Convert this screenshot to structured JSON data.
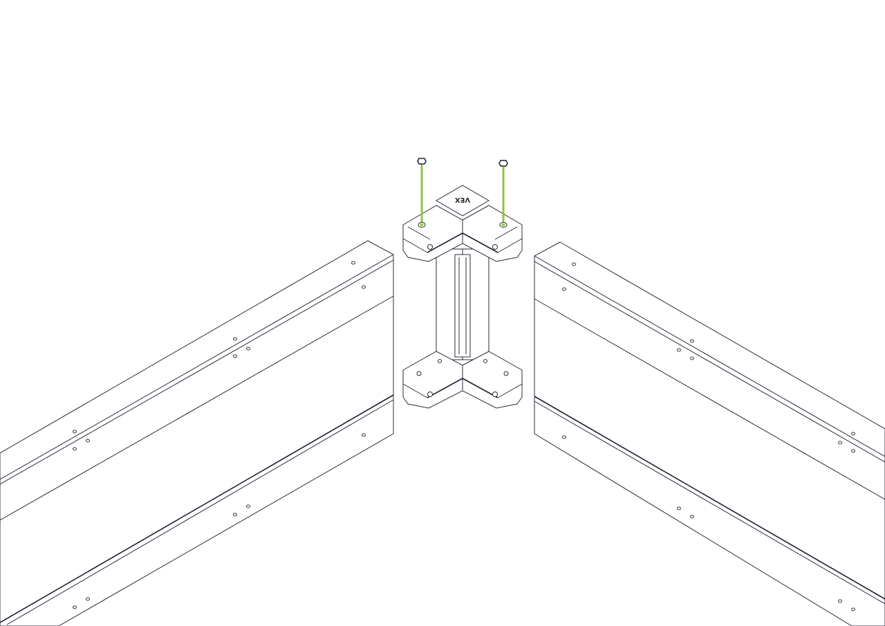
{
  "figure": {
    "logo_text": "VEX",
    "colors": {
      "line": "#2a2a3a",
      "highlight_standoff": "#8cc63f",
      "background": "#ffffff"
    },
    "parts": [
      "left-beam",
      "right-beam",
      "corner-connector",
      "standoff-left",
      "standoff-right",
      "nut-left",
      "nut-right"
    ]
  }
}
